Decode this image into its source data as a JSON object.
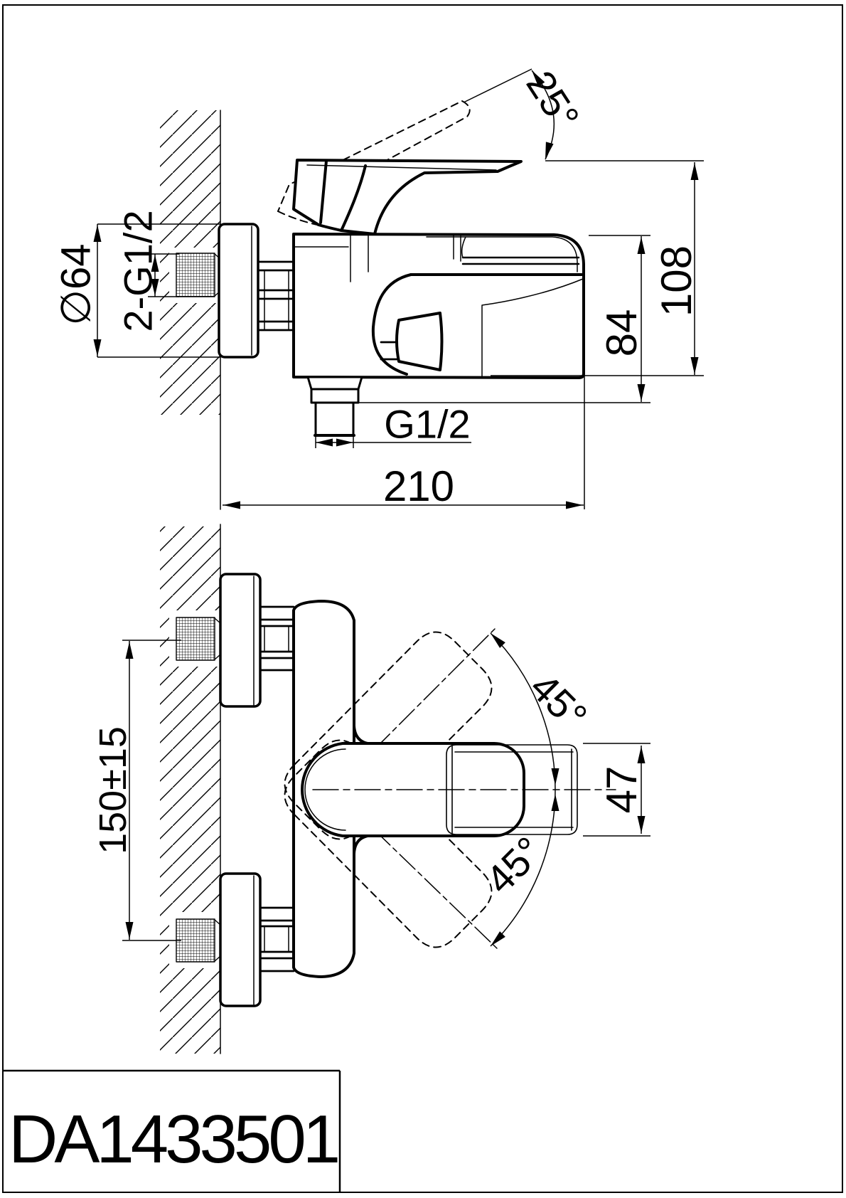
{
  "dimensions": {
    "handle_open_angle": "25°",
    "escutcheon_diameter": "∅64",
    "wall_inlet_thread": "2-G1/2",
    "overall_height": "108",
    "spout_height": "84",
    "shower_outlet_thread": "G1/2",
    "spout_reach": "210",
    "inlet_spacing": "150±15",
    "spout_swing_up": "45°",
    "spout_swing_down": "45°",
    "spout_end_width": "47"
  },
  "title_block": {
    "part_number": "DA1433501"
  }
}
